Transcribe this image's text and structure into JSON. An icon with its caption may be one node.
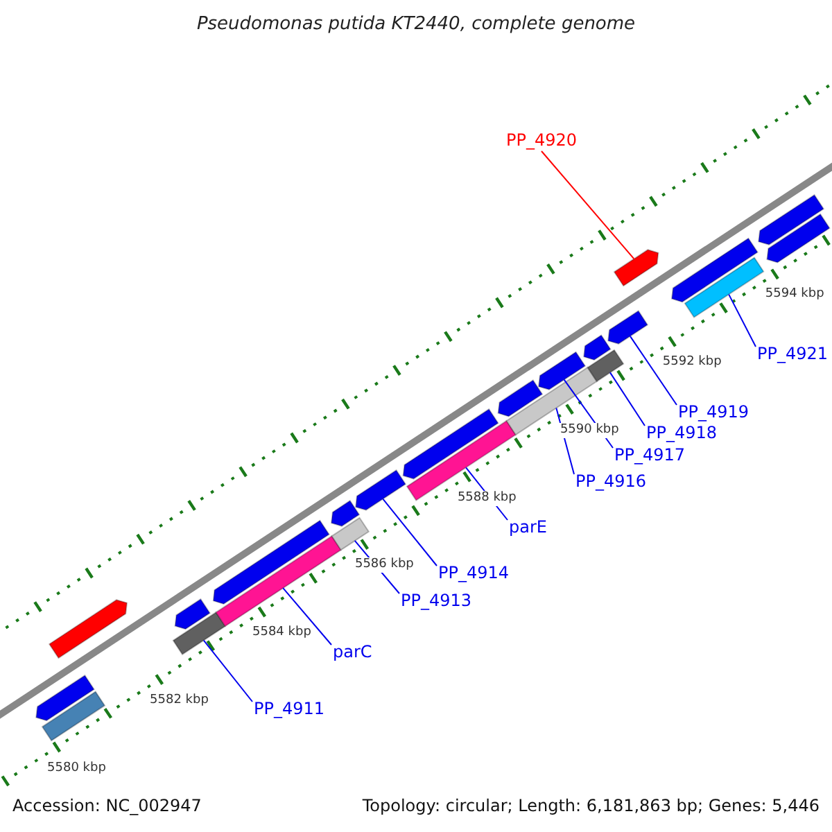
{
  "diagram": {
    "title": "Pseudomonas putida KT2440, complete genome",
    "nodes": [
      {
        "text": [
          "PP_4920"
        ]
      },
      {
        "text": [
          "PP_4921"
        ]
      },
      {
        "text": [
          "PP_4919"
        ]
      },
      {
        "text": [
          "PP_4918"
        ]
      },
      {
        "text": [
          "PP_4917"
        ]
      },
      {
        "text": [
          "PP_4916"
        ]
      },
      {
        "text": [
          "parE"
        ]
      },
      {
        "text": [
          "PP_4914"
        ]
      },
      {
        "text": [
          "PP_4913"
        ]
      },
      {
        "text": [
          "parC"
        ]
      },
      {
        "text": [
          "PP_4911"
        ]
      },
      {
        "text": [],
        "shape": "arrow"
      },
      {
        "text": [],
        "shape": "bar"
      },
      {
        "text": [],
        "shape": "arrow"
      },
      {
        "text": [],
        "shape": "bar"
      },
      {
        "text": [],
        "shape": "arrow"
      },
      {
        "text": [],
        "shape": "bar"
      },
      {
        "text": [],
        "shape": "arrow"
      },
      {
        "text": [],
        "shape": "bar"
      },
      {
        "text": [],
        "shape": "arrow"
      },
      {
        "text": [],
        "shape": "arrow"
      },
      {
        "text": [],
        "shape": "bar"
      },
      {
        "text": [],
        "shape": "arrow"
      },
      {
        "text": [],
        "shape": "arrow"
      },
      {
        "text": [],
        "shape": "bar"
      },
      {
        "text": [],
        "shape": "arrow"
      },
      {
        "text": [],
        "shape": "bar"
      },
      {
        "text": [],
        "shape": "arrow"
      },
      {
        "text": [],
        "shape": "arrow"
      },
      {
        "text": [],
        "shape": "arrow"
      },
      {
        "text": [],
        "shape": "arrow"
      },
      {
        "text": [],
        "shape": "bar"
      },
      {
        "text": [],
        "shape": "arrow"
      },
      {
        "text": [],
        "shape": "arrow"
      }
    ],
    "edges": [
      {
        "from": 0,
        "to": 29,
        "arrow": "none",
        "color": "#ff0000"
      },
      {
        "from": 1,
        "to": 31,
        "arrow": "none"
      },
      {
        "from": 2,
        "to": 28,
        "arrow": "none"
      },
      {
        "from": 3,
        "to": 26,
        "arrow": "none"
      },
      {
        "from": 4,
        "to": 25,
        "arrow": "none"
      },
      {
        "from": 5,
        "to": 24,
        "arrow": "none"
      },
      {
        "from": 6,
        "to": 21,
        "arrow": "none"
      },
      {
        "from": 7,
        "to": 20,
        "arrow": "none"
      },
      {
        "from": 8,
        "to": 18,
        "arrow": "none"
      },
      {
        "from": 9,
        "to": 16,
        "arrow": "none"
      },
      {
        "from": 10,
        "to": 14,
        "arrow": "none"
      }
    ],
    "labels": [
      "5594 kbp",
      "5592 kbp",
      "5590 kbp",
      "5588 kbp",
      "5586 kbp",
      "5584 kbp",
      "5582 kbp",
      "5580 kbp",
      "Accession: NC_002947",
      "Topology: circular; Length: 6,181,863 bp; Genes: 5,446"
    ]
  }
}
